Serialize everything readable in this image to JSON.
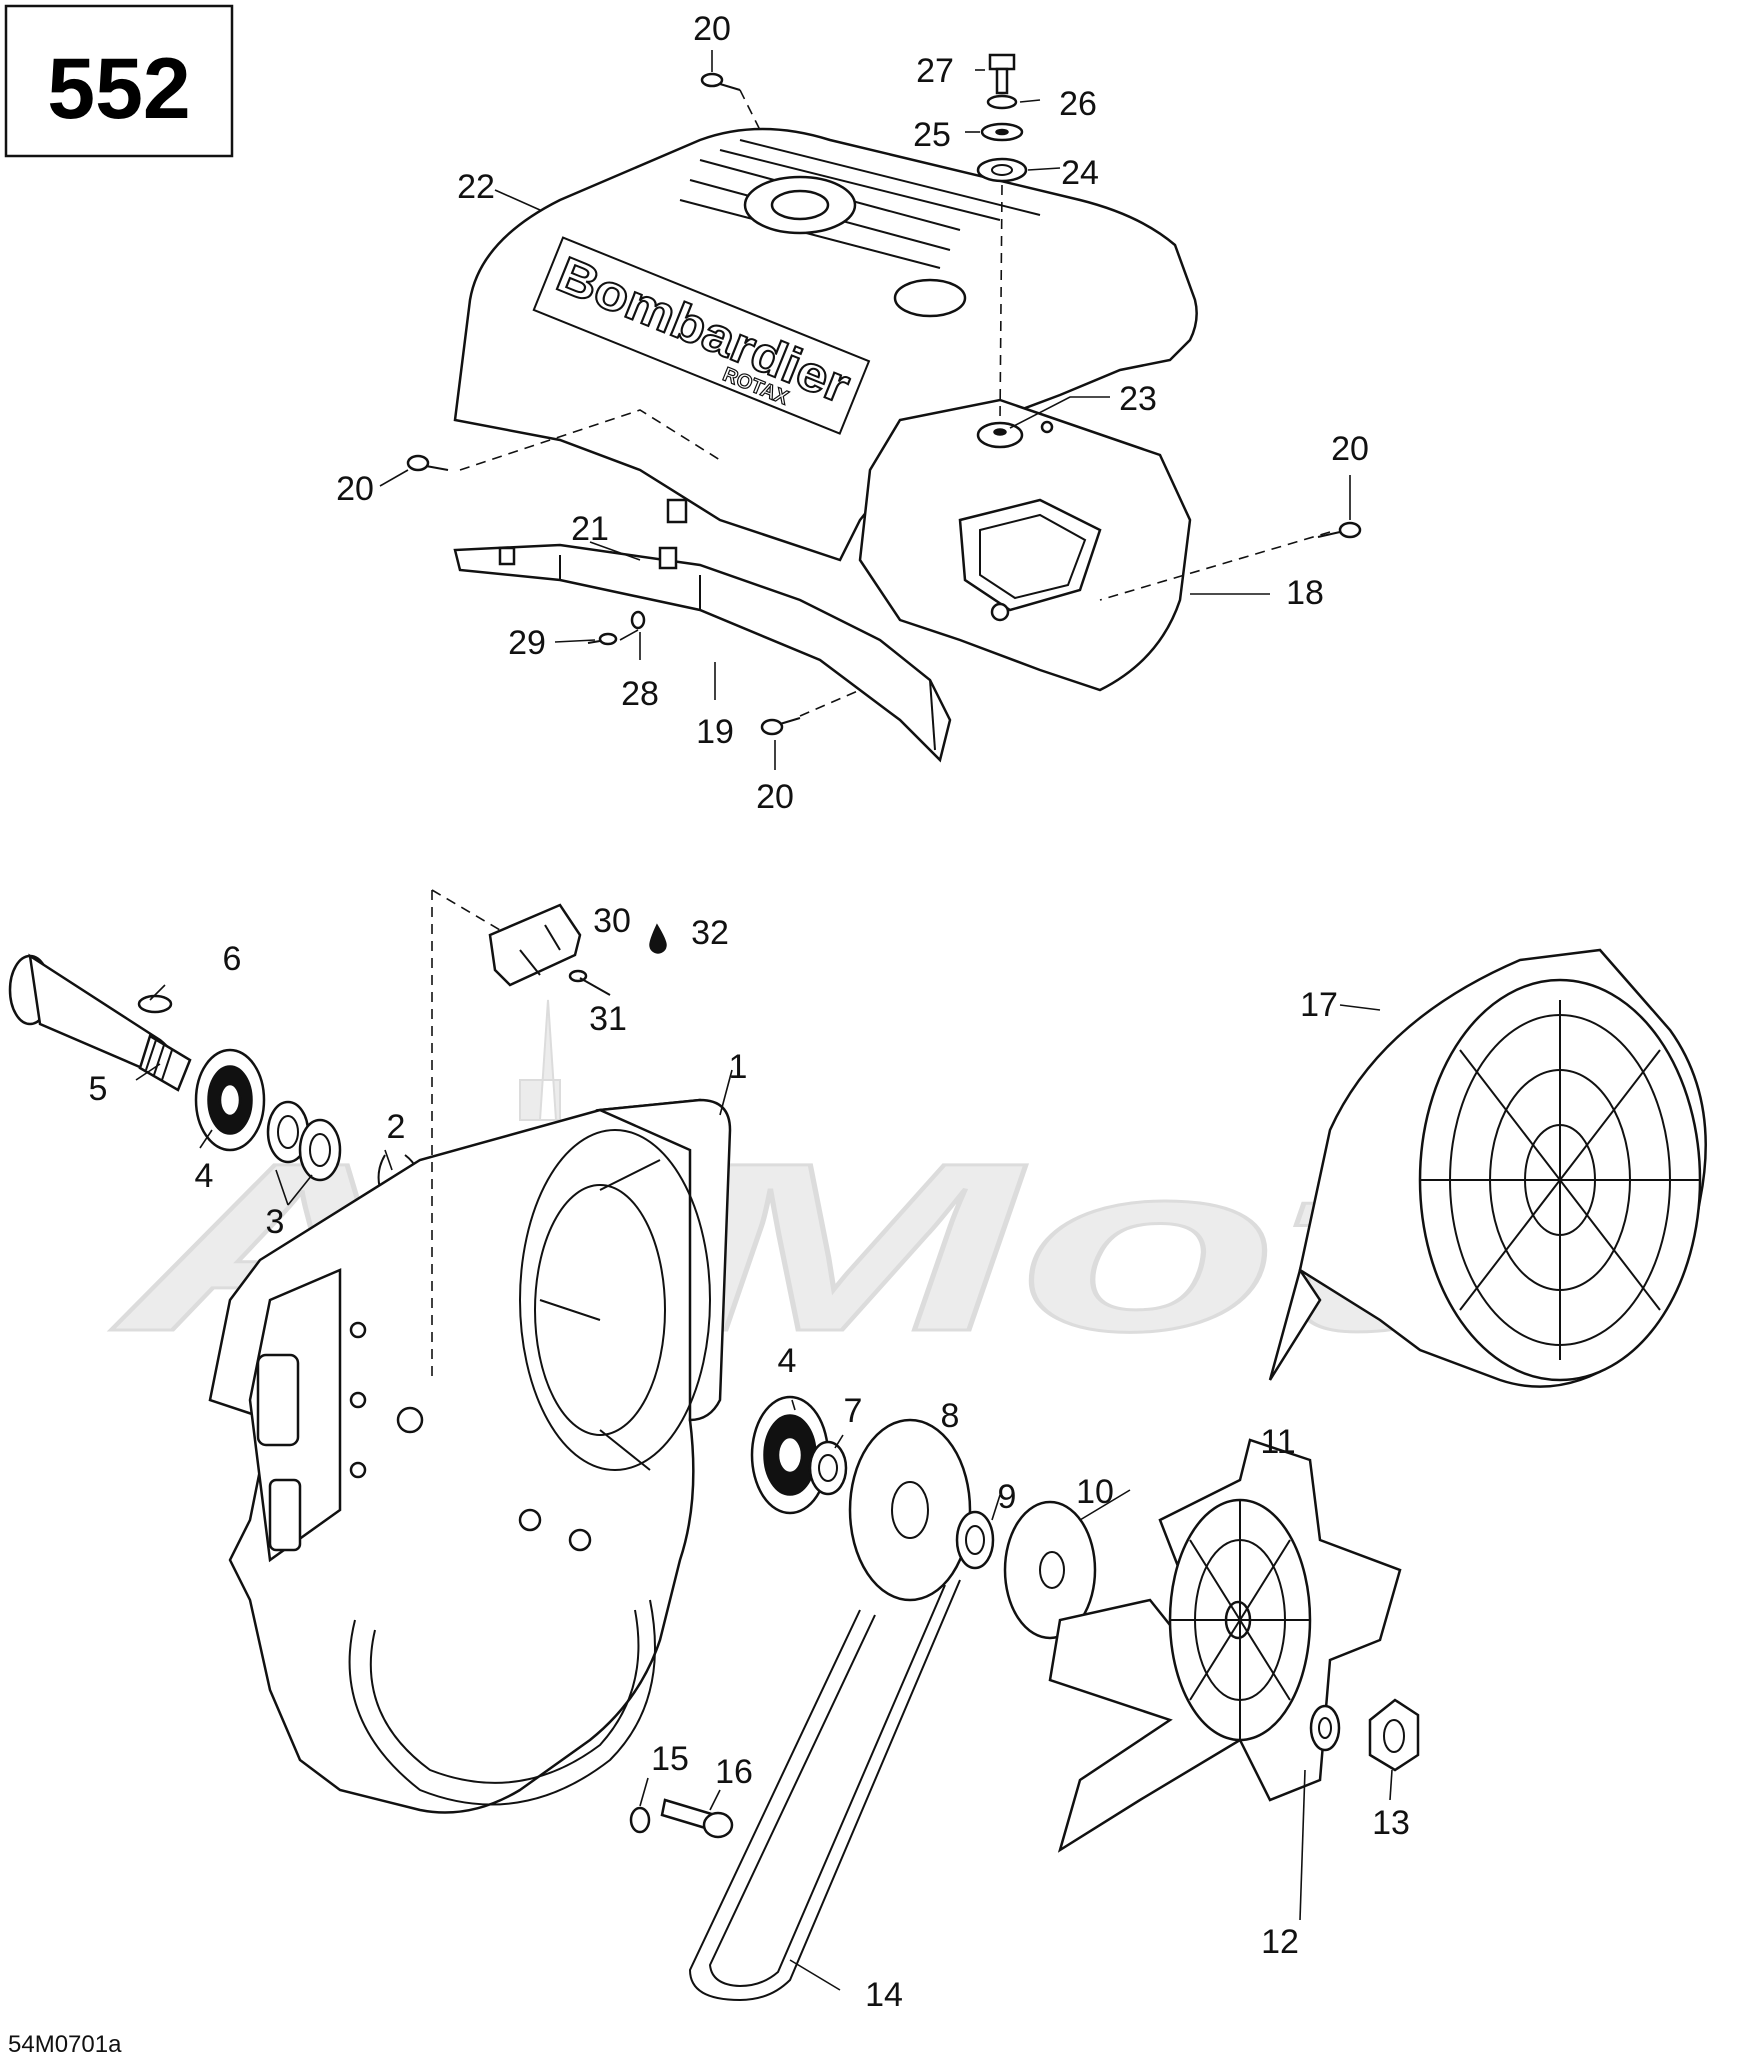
{
  "page_number": "552",
  "drawing_code": "54M0701a",
  "watermark": "AllMoto",
  "cover_logo": {
    "brand": "Bombardier",
    "sub": "ROTAX"
  },
  "callouts": {
    "c1": "1",
    "c2": "2",
    "c3": "3",
    "c4a": "4",
    "c4b": "4",
    "c5": "5",
    "c6": "6",
    "c7": "7",
    "c8": "8",
    "c9": "9",
    "c10": "10",
    "c11": "11",
    "c12": "12",
    "c13": "13",
    "c14": "14",
    "c15": "15",
    "c16": "16",
    "c17": "17",
    "c18": "18",
    "c19": "19",
    "c20a": "20",
    "c20b": "20",
    "c20c": "20",
    "c20d": "20",
    "c21": "21",
    "c22": "22",
    "c23": "23",
    "c24": "24",
    "c25": "25",
    "c26": "26",
    "c27": "27",
    "c28": "28",
    "c29": "29",
    "c30": "30",
    "c31": "31",
    "c32": "32"
  }
}
